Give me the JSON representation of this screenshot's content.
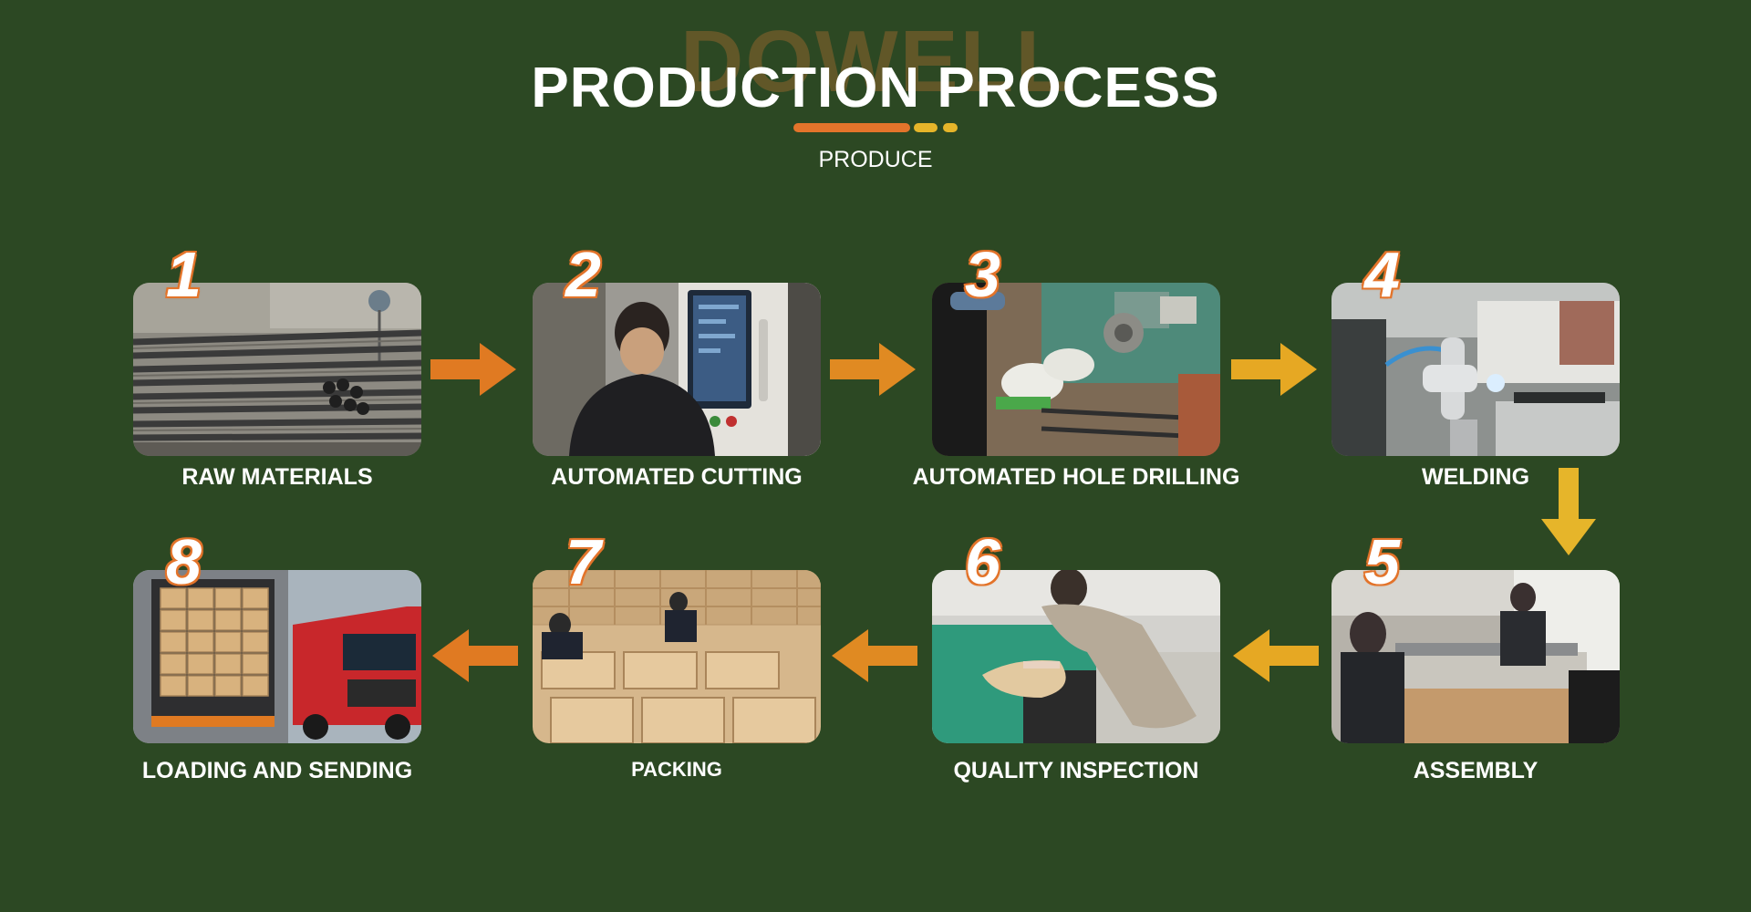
{
  "header": {
    "watermark": "DOWELL",
    "title": "PRODUCTION PROCESS",
    "subtitle": "PRODUCE"
  },
  "colors": {
    "background": "#2c4823",
    "arrow_orange": "#e07a22",
    "arrow_yellow": "#e6a823",
    "number_outline": "#e3742b",
    "underline_orange": "#e3742b",
    "underline_yellow": "#e6b52a"
  },
  "steps": [
    {
      "number": "1",
      "label": "RAW MATERIALS",
      "photo": "steel-pipes-photo"
    },
    {
      "number": "2",
      "label": "AUTOMATED CUTTING",
      "photo": "cnc-operator-photo"
    },
    {
      "number": "3",
      "label": "AUTOMATED HOLE DRILLING",
      "photo": "drilling-machine-photo"
    },
    {
      "number": "4",
      "label": "WELDING",
      "photo": "robot-welding-photo"
    },
    {
      "number": "5",
      "label": "ASSEMBLY",
      "photo": "assembly-line-photo"
    },
    {
      "number": "6",
      "label": "QUALITY INSPECTION",
      "photo": "inspection-photo"
    },
    {
      "number": "7",
      "label": "PACKING",
      "photo": "packing-boxes-photo"
    },
    {
      "number": "8",
      "label": "LOADING AND SENDING",
      "photo": "truck-loading-photo"
    }
  ]
}
